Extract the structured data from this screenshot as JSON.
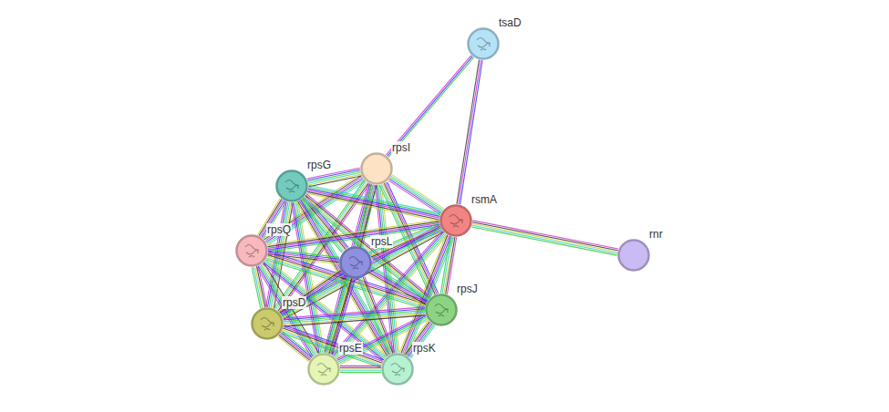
{
  "diagram": {
    "nodes": [
      {
        "text": [
          "tsaD"
        ]
      },
      {
        "text": [
          "rpsI"
        ]
      },
      {
        "text": [
          "rpsG"
        ]
      },
      {
        "text": [
          "rsmA"
        ]
      },
      {
        "text": [
          "rnr"
        ]
      },
      {
        "text": [
          "rpsQ"
        ]
      },
      {
        "text": [
          "rpsL"
        ]
      },
      {
        "text": [
          "rpsJ"
        ]
      },
      {
        "text": [
          "rpsD"
        ]
      },
      {
        "text": [
          "rpsE"
        ]
      },
      {
        "text": [
          "rpsK"
        ]
      }
    ],
    "edges": [
      {
        "from": 0,
        "to": 1,
        "arrow": "none"
      },
      {
        "from": 0,
        "to": 3,
        "arrow": "none"
      },
      {
        "from": 3,
        "to": 4,
        "arrow": "none"
      },
      {
        "from": 1,
        "to": 2,
        "arrow": "none"
      },
      {
        "from": 1,
        "to": 3,
        "arrow": "none"
      },
      {
        "from": 1,
        "to": 5,
        "arrow": "none"
      },
      {
        "from": 1,
        "to": 6,
        "arrow": "none"
      },
      {
        "from": 1,
        "to": 7,
        "arrow": "none"
      },
      {
        "from": 1,
        "to": 8,
        "arrow": "none"
      },
      {
        "from": 1,
        "to": 9,
        "arrow": "none"
      },
      {
        "from": 1,
        "to": 10,
        "arrow": "none"
      },
      {
        "from": 2,
        "to": 3,
        "arrow": "none"
      },
      {
        "from": 2,
        "to": 5,
        "arrow": "none"
      },
      {
        "from": 2,
        "to": 6,
        "arrow": "none"
      },
      {
        "from": 2,
        "to": 7,
        "arrow": "none"
      },
      {
        "from": 2,
        "to": 8,
        "arrow": "none"
      },
      {
        "from": 2,
        "to": 9,
        "arrow": "none"
      },
      {
        "from": 2,
        "to": 10,
        "arrow": "none"
      },
      {
        "from": 3,
        "to": 5,
        "arrow": "none"
      },
      {
        "from": 3,
        "to": 6,
        "arrow": "none"
      },
      {
        "from": 3,
        "to": 7,
        "arrow": "none"
      },
      {
        "from": 3,
        "to": 8,
        "arrow": "none"
      },
      {
        "from": 3,
        "to": 9,
        "arrow": "none"
      },
      {
        "from": 3,
        "to": 10,
        "arrow": "none"
      },
      {
        "from": 5,
        "to": 6,
        "arrow": "none"
      },
      {
        "from": 5,
        "to": 7,
        "arrow": "none"
      },
      {
        "from": 5,
        "to": 8,
        "arrow": "none"
      },
      {
        "from": 5,
        "to": 9,
        "arrow": "none"
      },
      {
        "from": 5,
        "to": 10,
        "arrow": "none"
      },
      {
        "from": 6,
        "to": 7,
        "arrow": "none"
      },
      {
        "from": 6,
        "to": 8,
        "arrow": "none"
      },
      {
        "from": 6,
        "to": 9,
        "arrow": "none"
      },
      {
        "from": 6,
        "to": 10,
        "arrow": "none"
      },
      {
        "from": 7,
        "to": 8,
        "arrow": "none"
      },
      {
        "from": 7,
        "to": 9,
        "arrow": "none"
      },
      {
        "from": 7,
        "to": 10,
        "arrow": "none"
      },
      {
        "from": 8,
        "to": 9,
        "arrow": "none"
      },
      {
        "from": 8,
        "to": 10,
        "arrow": "none"
      },
      {
        "from": 9,
        "to": 10,
        "arrow": "none"
      }
    ]
  }
}
